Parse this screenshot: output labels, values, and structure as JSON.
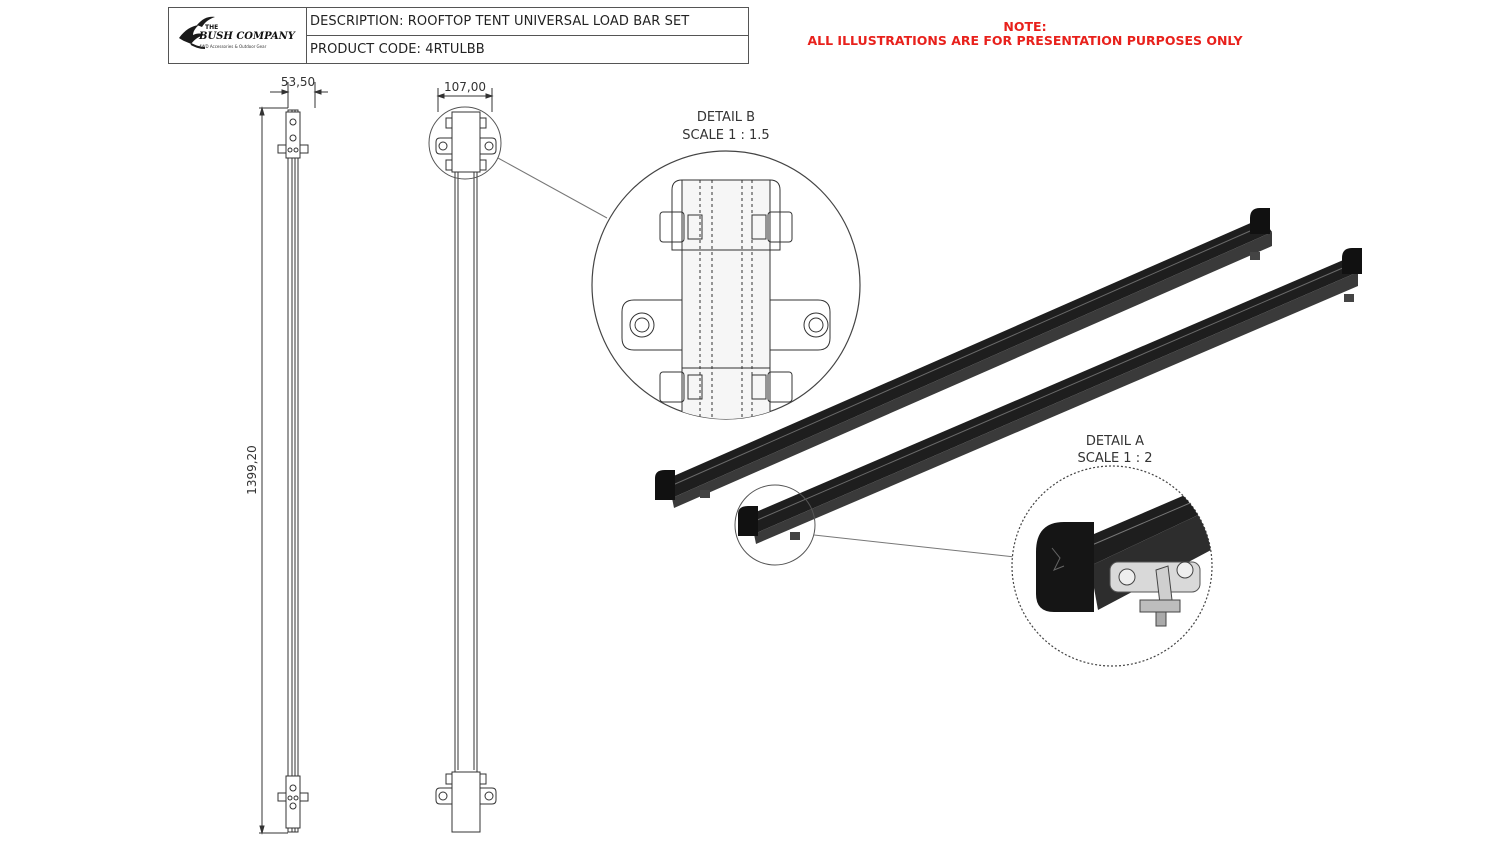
{
  "title_block": {
    "logo": {
      "line1": "THE",
      "line2": "BUSH COMPANY",
      "line3": "4WD Accessories & Outdoor Gear"
    },
    "description": "DESCRIPTION: ROOFTOP TENT UNIVERSAL LOAD BAR SET",
    "product_code": "PRODUCT CODE: 4RTULBB"
  },
  "note": {
    "heading": "NOTE:",
    "text": "ALL ILLUSTRATIONS ARE FOR PRESENTATION PURPOSES ONLY",
    "color": "#e8211c"
  },
  "dimensions": {
    "side_width": "53,50",
    "top_width": "107,00",
    "length": "1399,20"
  },
  "detail_b": {
    "title": "DETAIL B",
    "scale": "SCALE 1 : 1.5"
  },
  "detail_a": {
    "title": "DETAIL A",
    "scale": "SCALE 1 : 2"
  },
  "colors": {
    "line": "#333333",
    "bar": "#1e1e1e",
    "leader": "#777777"
  }
}
